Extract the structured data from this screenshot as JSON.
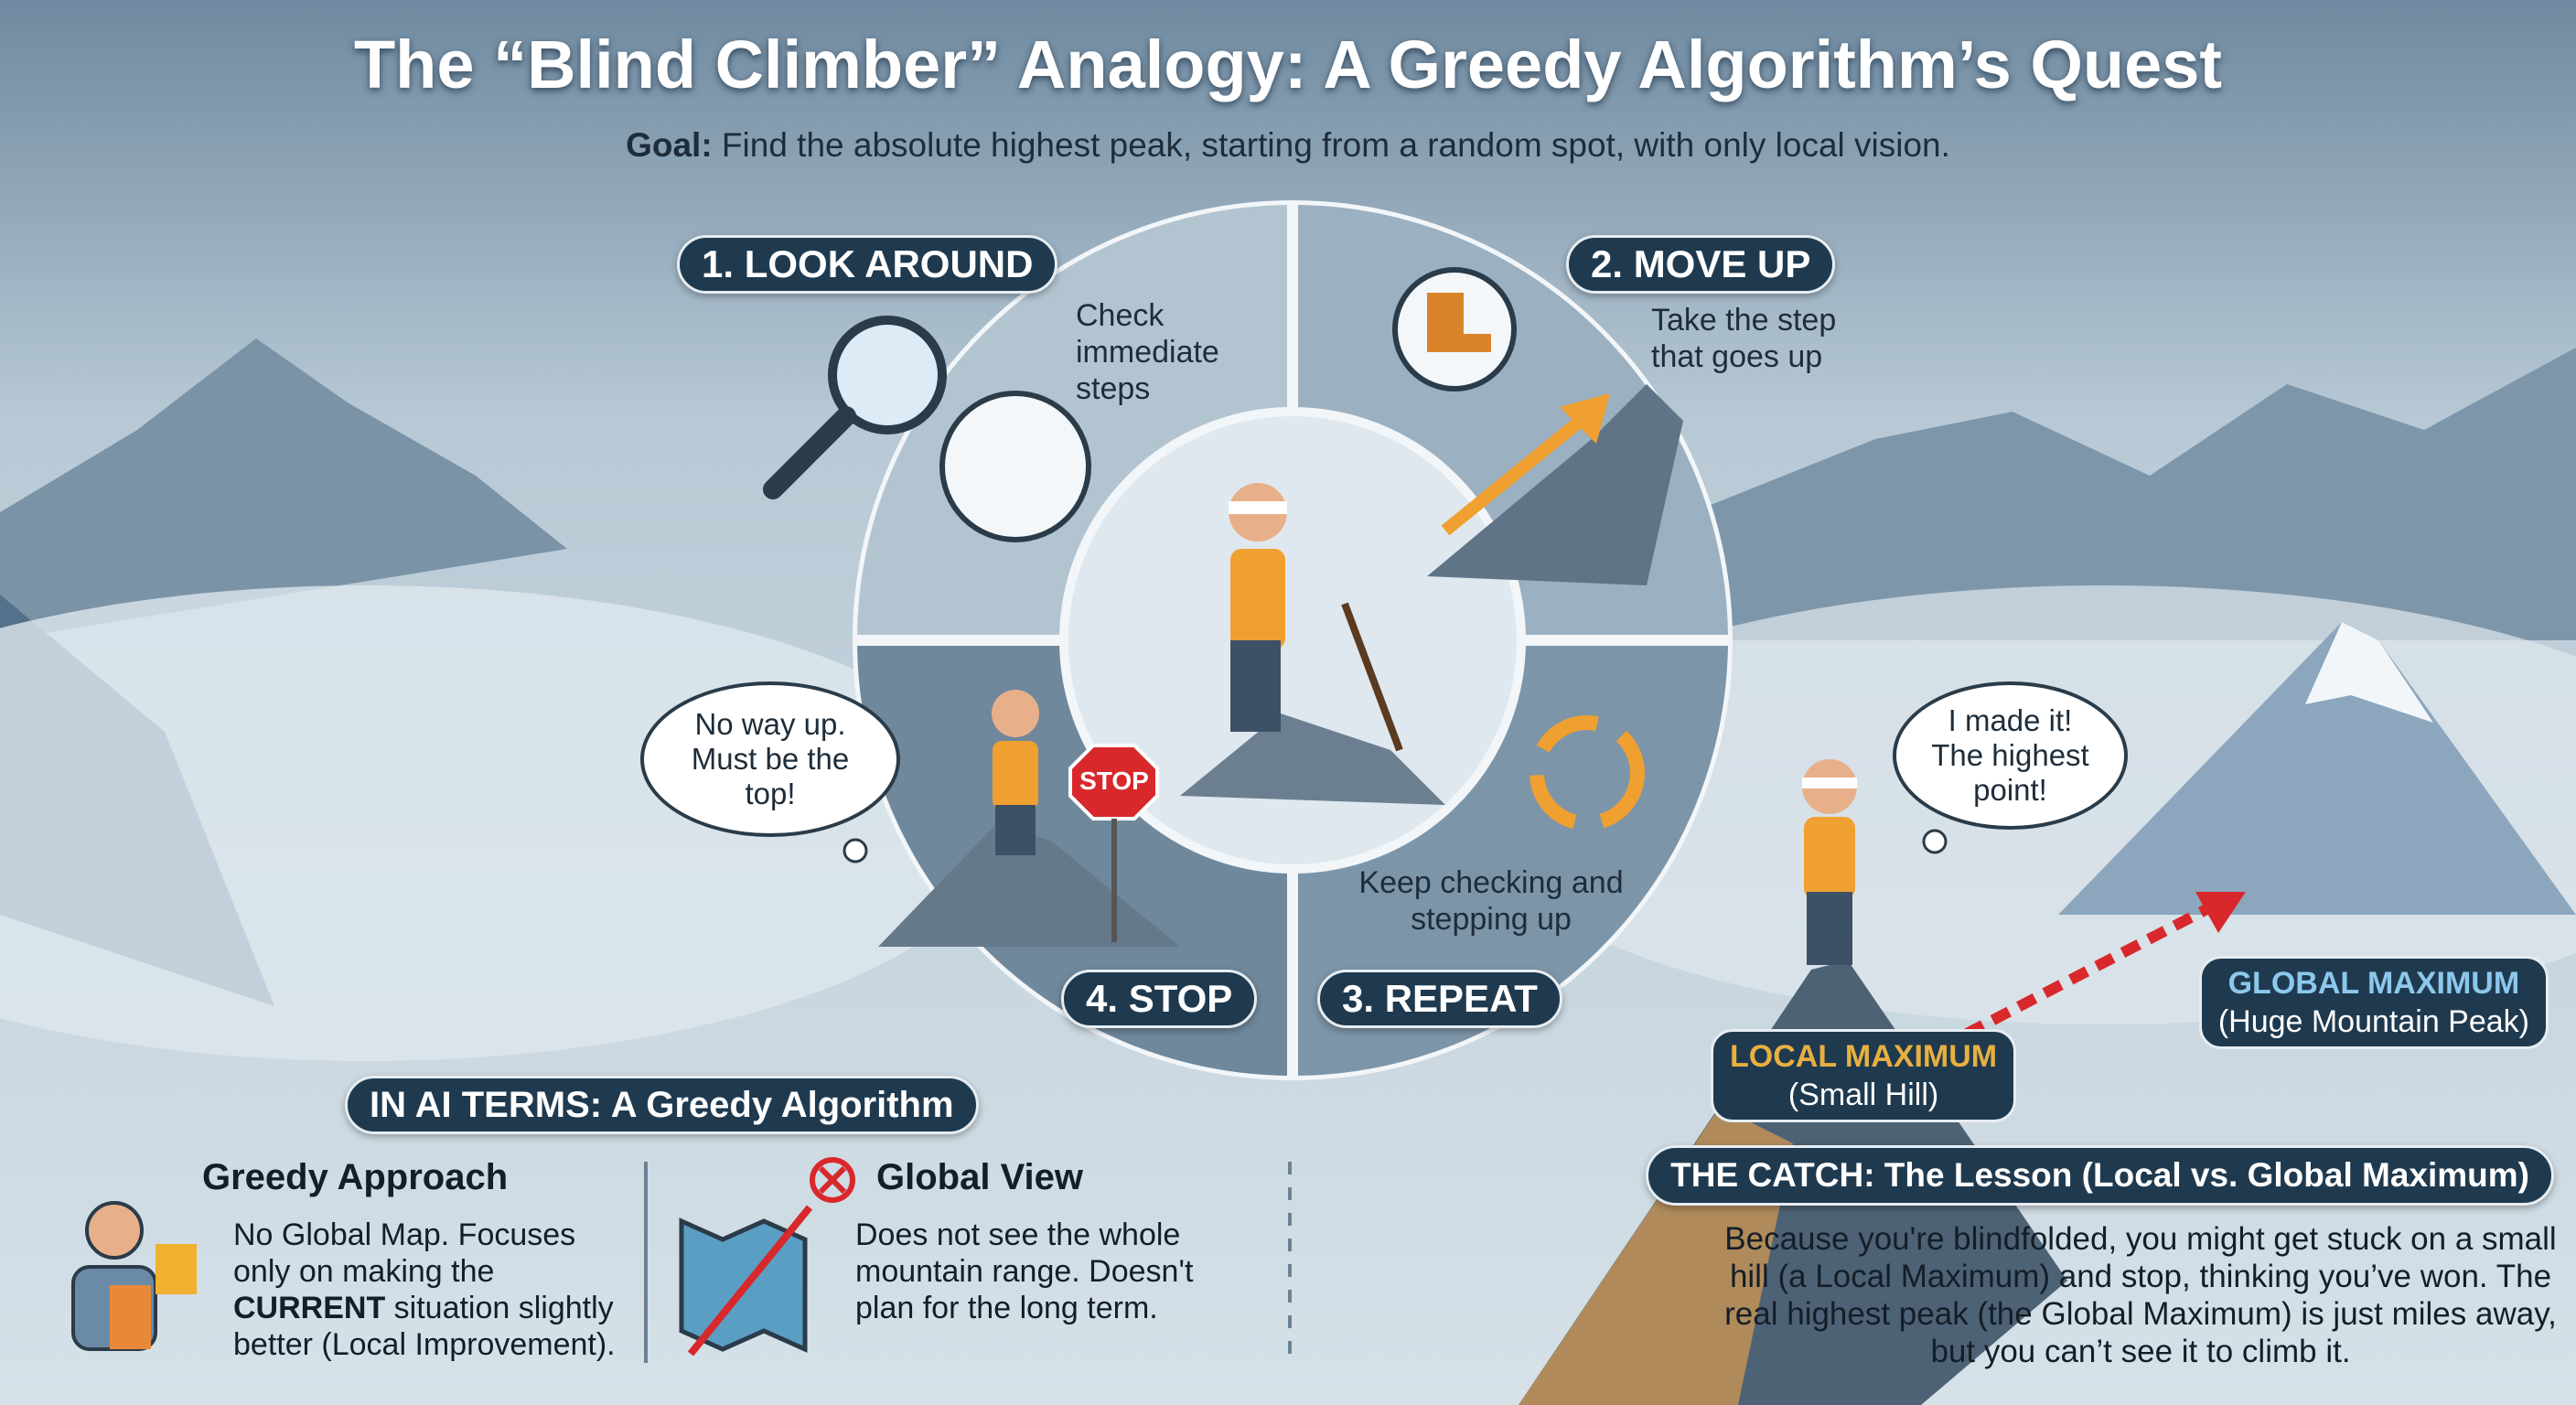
{
  "title": "The “Blind Climber” Analogy: A Greedy Algorithm’s Quest",
  "goal": {
    "label": "Goal:",
    "text": " Find the absolute highest peak, starting from a random spot, with only local vision."
  },
  "cycle": {
    "steps": [
      {
        "label": "1. LOOK AROUND",
        "note": "Check immediate steps"
      },
      {
        "label": "2. MOVE UP",
        "note": "Take the step that goes up"
      },
      {
        "label": "3. REPEAT",
        "note": "Keep checking and stepping up"
      },
      {
        "label": "4. STOP",
        "note": ""
      }
    ],
    "stop_sign": "STOP",
    "stop_bubble": "No way up. Must be the top!"
  },
  "right": {
    "bubble": "I made it! The highest point!",
    "local": {
      "title": "LOCAL MAXIMUM",
      "sub": "(Small Hill)"
    },
    "global": {
      "title": "GLOBAL MAXIMUM",
      "sub": "(Huge Mountain Peak)"
    }
  },
  "ai_terms": {
    "title": "IN AI TERMS: A Greedy Algorithm",
    "greedy": {
      "heading": "Greedy Approach",
      "text1": "No Global Map. Focuses only on making the ",
      "bold": "CURRENT",
      "text2": " situation slightly better (Local Improvement)."
    },
    "global_view": {
      "heading": "Global View",
      "text": "Does not see the whole mountain range. Doesn't plan for the long term."
    }
  },
  "catch": {
    "title": "THE CATCH: The Lesson (Local vs. Global Maximum)",
    "text": "Because you're blindfolded, you might get stuck on a small hill (a Local Maximum) and stop, thinking you’ve won. The real highest peak (the Global Maximum) is just miles away, but you can’t see it to climb it."
  },
  "colors": {
    "navy": "#1f3a4f",
    "orange": "#f0a030",
    "red": "#d8282c",
    "light_blue": "#8cc8ec",
    "gold": "#e8b040"
  }
}
